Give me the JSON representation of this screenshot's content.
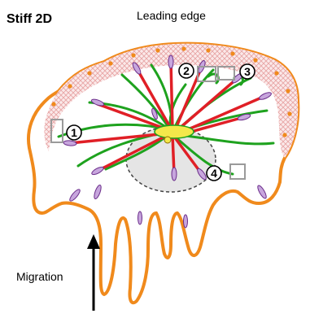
{
  "title": "Stiff 2D",
  "top_label": "Leading edge",
  "bottom_label": "Migration",
  "markers": [
    "1",
    "2",
    "3",
    "4"
  ],
  "colors": {
    "membrane_outline": "#f08a1c",
    "cortex_hatch": "#e7a5a5",
    "stress_fibers": "#e01f26",
    "actin_network": "#1ea21e",
    "focal_adhesions": "#c7a6dd",
    "nucleus_fill": "#e5e5e5",
    "mtoc": "#f4e84a",
    "inset_boxes": "#9a9a9a"
  },
  "icons": [
    "migration-arrow-icon"
  ]
}
